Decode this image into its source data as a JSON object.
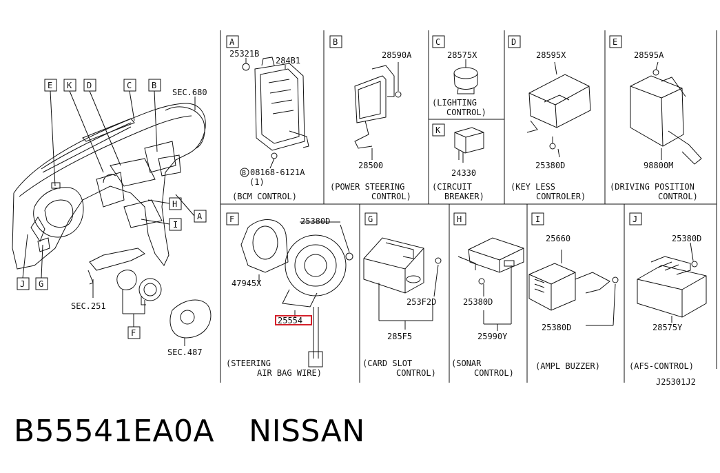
{
  "overview": {
    "callouts": [
      "E",
      "K",
      "D",
      "C",
      "B",
      "H",
      "A",
      "I",
      "J",
      "G",
      "F"
    ],
    "sec_labels": [
      "SEC.680",
      "SEC.251",
      "SEC.487"
    ]
  },
  "panels": [
    {
      "letter": "A",
      "parts": [
        "25321B",
        "284B1",
        "08168-6121A",
        "(1)"
      ],
      "caption": [
        "(BCM CONTROL)"
      ]
    },
    {
      "letter": "B",
      "parts": [
        "28590A",
        "28500"
      ],
      "caption": [
        "(POWER STEERING",
        "CONTROL)"
      ]
    },
    {
      "letter": "C",
      "parts": [
        "28575X"
      ],
      "caption": [
        "(LIGHTING",
        "CONTROL)"
      ]
    },
    {
      "letter": "K",
      "parts": [
        "24330"
      ],
      "caption": [
        "(CIRCUIT",
        "BREAKER)"
      ]
    },
    {
      "letter": "D",
      "parts": [
        "28595X",
        "25380D"
      ],
      "caption": [
        "(KEY LESS",
        "CONTROLER)"
      ]
    },
    {
      "letter": "E",
      "parts": [
        "28595A",
        "98800M"
      ],
      "caption": [
        "(DRIVING POSITION",
        "CONTROL)"
      ]
    },
    {
      "letter": "F",
      "parts": [
        "25380D",
        "47945X",
        "25554"
      ],
      "caption": [
        "(STEERING",
        "AIR BAG WIRE)"
      ]
    },
    {
      "letter": "G",
      "parts": [
        "253F2D",
        "285F5"
      ],
      "caption": [
        "(CARD SLOT",
        "CONTROL)"
      ]
    },
    {
      "letter": "H",
      "parts": [
        "25380D",
        "25990Y"
      ],
      "caption": [
        "(SONAR",
        "CONTROL)"
      ]
    },
    {
      "letter": "I",
      "parts": [
        "25660",
        "25380D"
      ],
      "caption": [
        "(AMPL BUZZER)"
      ]
    },
    {
      "letter": "J",
      "parts": [
        "25380D",
        "28575Y"
      ],
      "caption": [
        "(AFS-CONTROL)"
      ]
    }
  ],
  "drawing_code": "J25301J2",
  "part_number": "B55541EA0A",
  "brand": "NISSAN",
  "highlight_color": "#d4202a"
}
